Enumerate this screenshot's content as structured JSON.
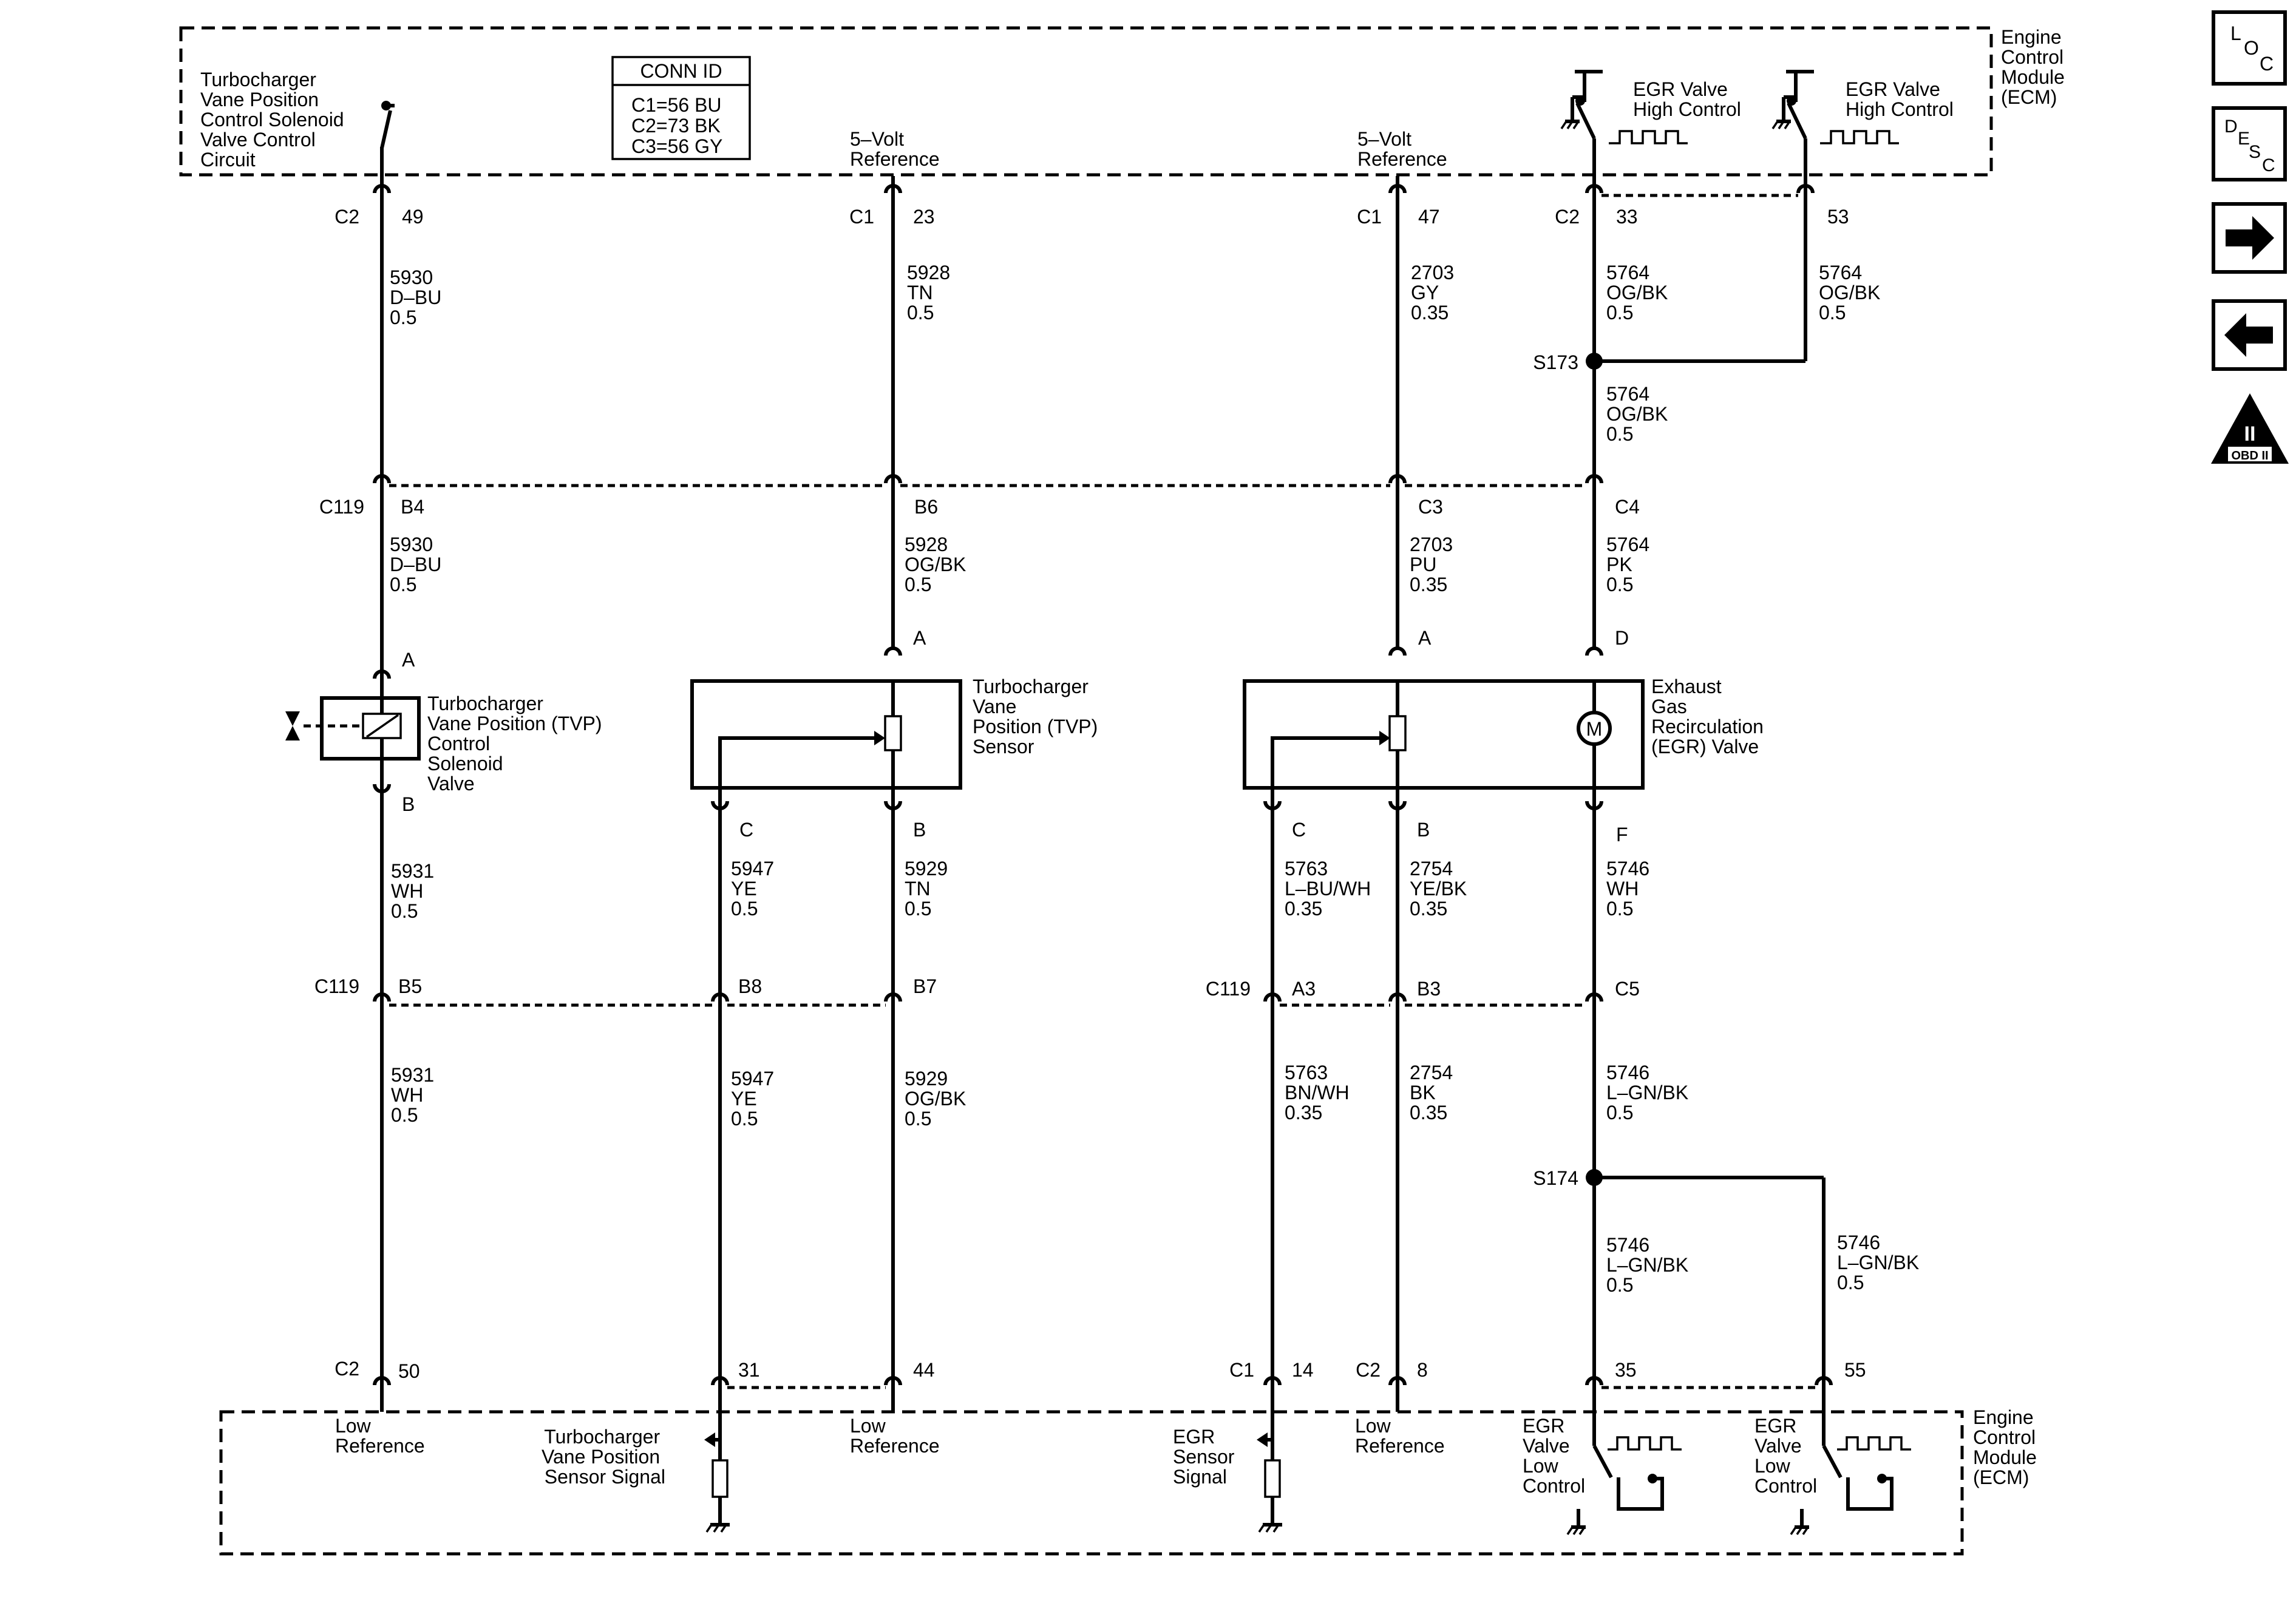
{
  "ecm_top": {
    "title": [
      "Engine",
      "Control",
      "Module",
      "(ECM)"
    ],
    "tvp_solenoid_circuit": [
      "Turbocharger",
      "Vane Position",
      "Control Solenoid",
      "Valve Control",
      "Circuit"
    ],
    "five_volt_ref_1": [
      "5–Volt",
      "Reference"
    ],
    "five_volt_ref_2": [
      "5–Volt",
      "Reference"
    ],
    "egr_high_control_1": [
      "EGR Valve",
      "High Control"
    ],
    "egr_high_control_2": [
      "EGR Valve",
      "High Control"
    ]
  },
  "conn_id": {
    "title": "CONN ID",
    "rows": [
      "C1=56 BU",
      "C2=73 BK",
      "C3=56 GY"
    ]
  },
  "top_pins": [
    {
      "conn": "C2",
      "pin": "49"
    },
    {
      "conn": "C1",
      "pin": "23"
    },
    {
      "conn": "C1",
      "pin": "47"
    },
    {
      "conn": "C2",
      "pin": "33"
    },
    {
      "conn": "",
      "pin": "53"
    }
  ],
  "wires": {
    "w1a": [
      "5930",
      "D–BU",
      "0.5"
    ],
    "w2a": [
      "5928",
      "TN",
      "0.5"
    ],
    "w3a": [
      "2703",
      "GY",
      "0.35"
    ],
    "w4a": [
      "5764",
      "OG/BK",
      "0.5"
    ],
    "w5a": [
      "5764",
      "OG/BK",
      "0.5"
    ],
    "w4b": [
      "5764",
      "OG/BK",
      "0.5"
    ],
    "w1b": [
      "5930",
      "D–BU",
      "0.5"
    ],
    "w2b": [
      "5928",
      "OG/BK",
      "0.5"
    ],
    "w3b": [
      "2703",
      "PU",
      "0.35"
    ],
    "w4c": [
      "5764",
      "PK",
      "0.5"
    ],
    "w1c": [
      "5931",
      "WH",
      "0.5"
    ],
    "w6a": [
      "5947",
      "YE",
      "0.5"
    ],
    "w2c": [
      "5929",
      "TN",
      "0.5"
    ],
    "w7a": [
      "5763",
      "L–BU/WH",
      "0.35"
    ],
    "w3c": [
      "2754",
      "YE/BK",
      "0.35"
    ],
    "w4d": [
      "5746",
      "WH",
      "0.5"
    ],
    "w1d": [
      "5931",
      "WH",
      "0.5"
    ],
    "w6b": [
      "5947",
      "YE",
      "0.5"
    ],
    "w2d": [
      "5929",
      "OG/BK",
      "0.5"
    ],
    "w7b": [
      "5763",
      "BN/WH",
      "0.35"
    ],
    "w3d": [
      "2754",
      "BK",
      "0.35"
    ],
    "w4e": [
      "5746",
      "L–GN/BK",
      "0.5"
    ],
    "w4f": [
      "5746",
      "L–GN/BK",
      "0.5"
    ],
    "w5f": [
      "5746",
      "L–GN/BK",
      "0.5"
    ]
  },
  "splices": {
    "s173": "S173",
    "s174": "S174"
  },
  "c119_upper": {
    "conn": "C119",
    "pins": [
      "B4",
      "B6",
      "C3",
      "C4"
    ]
  },
  "c119_lower": {
    "conn_left": "C119",
    "conn_right": "C119",
    "pins": [
      "B5",
      "B8",
      "B7",
      "A3",
      "B3",
      "C5"
    ]
  },
  "components": {
    "tvp_solenoid": {
      "pin_top": "A",
      "pin_bottom": "B",
      "name": [
        "Turbocharger",
        "Vane Position (TVP)",
        "Control",
        "Solenoid",
        "Valve"
      ]
    },
    "tvp_sensor": {
      "pin_top": "A",
      "pin_c": "C",
      "pin_b": "B",
      "name": [
        "Turbocharger",
        "Vane",
        "Position (TVP)",
        "Sensor"
      ]
    },
    "egr_valve": {
      "pin_a": "A",
      "pin_d": "D",
      "pin_c": "C",
      "pin_b": "B",
      "pin_f": "F",
      "name": [
        "Exhaust",
        "Gas",
        "Recirculation",
        "(EGR) Valve"
      ],
      "motor": "M"
    }
  },
  "bottom_pins": [
    {
      "conn": "C2",
      "pin": "50"
    },
    {
      "conn": "",
      "pin": "31"
    },
    {
      "conn": "",
      "pin": "44"
    },
    {
      "conn": "C1",
      "pin": "14"
    },
    {
      "conn": "C2",
      "pin": "8"
    },
    {
      "conn": "",
      "pin": "35"
    },
    {
      "conn": "",
      "pin": "55"
    }
  ],
  "ecm_bottom": {
    "title": [
      "Engine",
      "Control",
      "Module",
      "(ECM)"
    ],
    "low_ref_1": [
      "Low",
      "Reference"
    ],
    "tvp_signal": [
      "Turbocharger",
      "Vane Position",
      "Sensor Signal"
    ],
    "low_ref_2": [
      "Low",
      "Reference"
    ],
    "egr_signal": [
      "EGR",
      "Sensor",
      "Signal"
    ],
    "low_ref_3": [
      "Low",
      "Reference"
    ],
    "egr_low_1": [
      "EGR",
      "Valve",
      "Low",
      "Control"
    ],
    "egr_low_2": [
      "EGR",
      "Valve",
      "Low",
      "Control"
    ]
  },
  "side_nav": {
    "loc": [
      "L",
      "O",
      "C"
    ],
    "desc": [
      "D",
      "E",
      "S",
      "C"
    ],
    "obd": {
      "roman": "II",
      "label": "OBD II"
    }
  }
}
